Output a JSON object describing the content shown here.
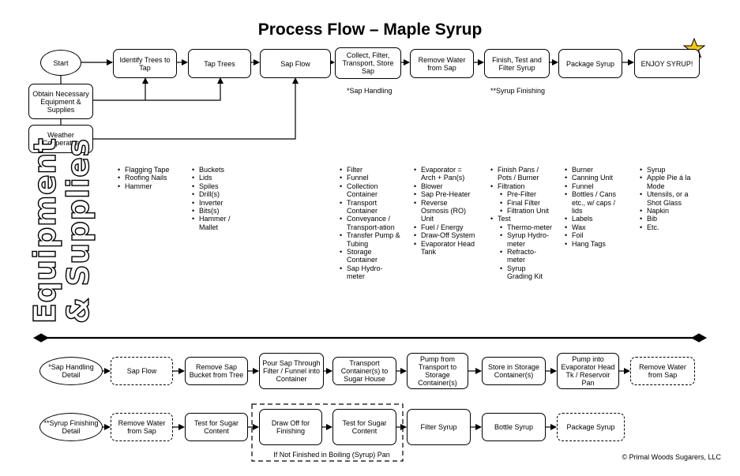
{
  "title": "Process Flow – Maple Syrup",
  "main_flow": {
    "start": "Start",
    "identify": "Identify Trees to Tap",
    "tap": "Tap Trees",
    "sap_flow": "Sap Flow",
    "collect": "Collect, Filter, Transport, Store Sap",
    "remove": "Remove Water from Sap",
    "finish": "Finish, Test and Filter Syrup",
    "package": "Package Syrup",
    "enjoy": "ENJOY SYRUP!",
    "obtain": "Obtain Necessary Equipment & Supplies",
    "weather": "Weather Cooperates",
    "sap_handling_note": "*Sap Handling",
    "syrup_finishing_note": "**Syrup Finishing"
  },
  "equipment": {
    "heading_line1": "Equipment",
    "heading_line2": "& Supplies",
    "col_identify": [
      "Flagging Tape",
      "Roofing Nails",
      "Hammer"
    ],
    "col_tap": [
      "Buckets",
      "Lids",
      "Spiles",
      "Drill(s)",
      "Inverter",
      "Bits(s)",
      "Hammer / Mallet"
    ],
    "col_collect": [
      "Filter",
      "Funnel",
      "Collection Container",
      "Transport Container",
      "Conveyance / Transport-ation",
      "Transfer Pump & Tubing",
      "Storage Container",
      "Sap Hydro-meter"
    ],
    "col_remove": [
      "Evaporator = Arch + Pan(s)",
      "Blower",
      "Sap Pre-Heater",
      "Reverse Osmosis (RO) Unit",
      "Fuel / Energy",
      "Draw-Off System",
      "Evaporator Head Tank"
    ],
    "col_finish": {
      "a": "Finish Pans / Pots / Burner",
      "b": "Filtration",
      "b_sub": [
        "Pre-Filter",
        "Final Filter",
        "Filtration Unit"
      ],
      "c": "Test",
      "c_sub": [
        "Thermo-meter",
        "Syrup Hydro-meter",
        "Refracto-meter",
        "Syrup Grading Kit"
      ]
    },
    "col_package": [
      "Burner",
      "Canning Unit",
      "Funnel",
      "Bottles / Cans etc., w/ caps / lids",
      "Labels",
      "Wax",
      "Foil",
      "Hang Tags"
    ],
    "col_enjoy": [
      "Syrup",
      "Apple Pie á la Mode",
      "Utensils, or a Shot Glass",
      "Napkin",
      "Bib",
      "Etc."
    ]
  },
  "sap_detail": {
    "label": "*Sap Handling Detail",
    "steps": [
      "Sap Flow",
      "Remove Sap Bucket from Tree",
      "Pour Sap Through Filter / Funnel into Container",
      "Transport Container(s) to Sugar House",
      "Pump from Transport to Storage Container(s)",
      "Store in Storage Container(s)",
      "Pump into Evaporator Head Tk / Reservoir Pan",
      "Remove Water from Sap"
    ]
  },
  "syrup_detail": {
    "label": "**Syrup Finishing Detail",
    "steps": [
      "Remove Water from Sap",
      "Test for Sugar Content",
      "Draw Off for Finishing",
      "Test for Sugar Content",
      "Filter Syrup",
      "Bottle Syrup",
      "Package Syrup"
    ],
    "loop_note": "If Not Finished in Boiling (Syrup) Pan"
  },
  "copyright": "© Primal Woods Sugarers, LLC",
  "colors": {
    "star": "#f5c518",
    "line": "#000000"
  }
}
